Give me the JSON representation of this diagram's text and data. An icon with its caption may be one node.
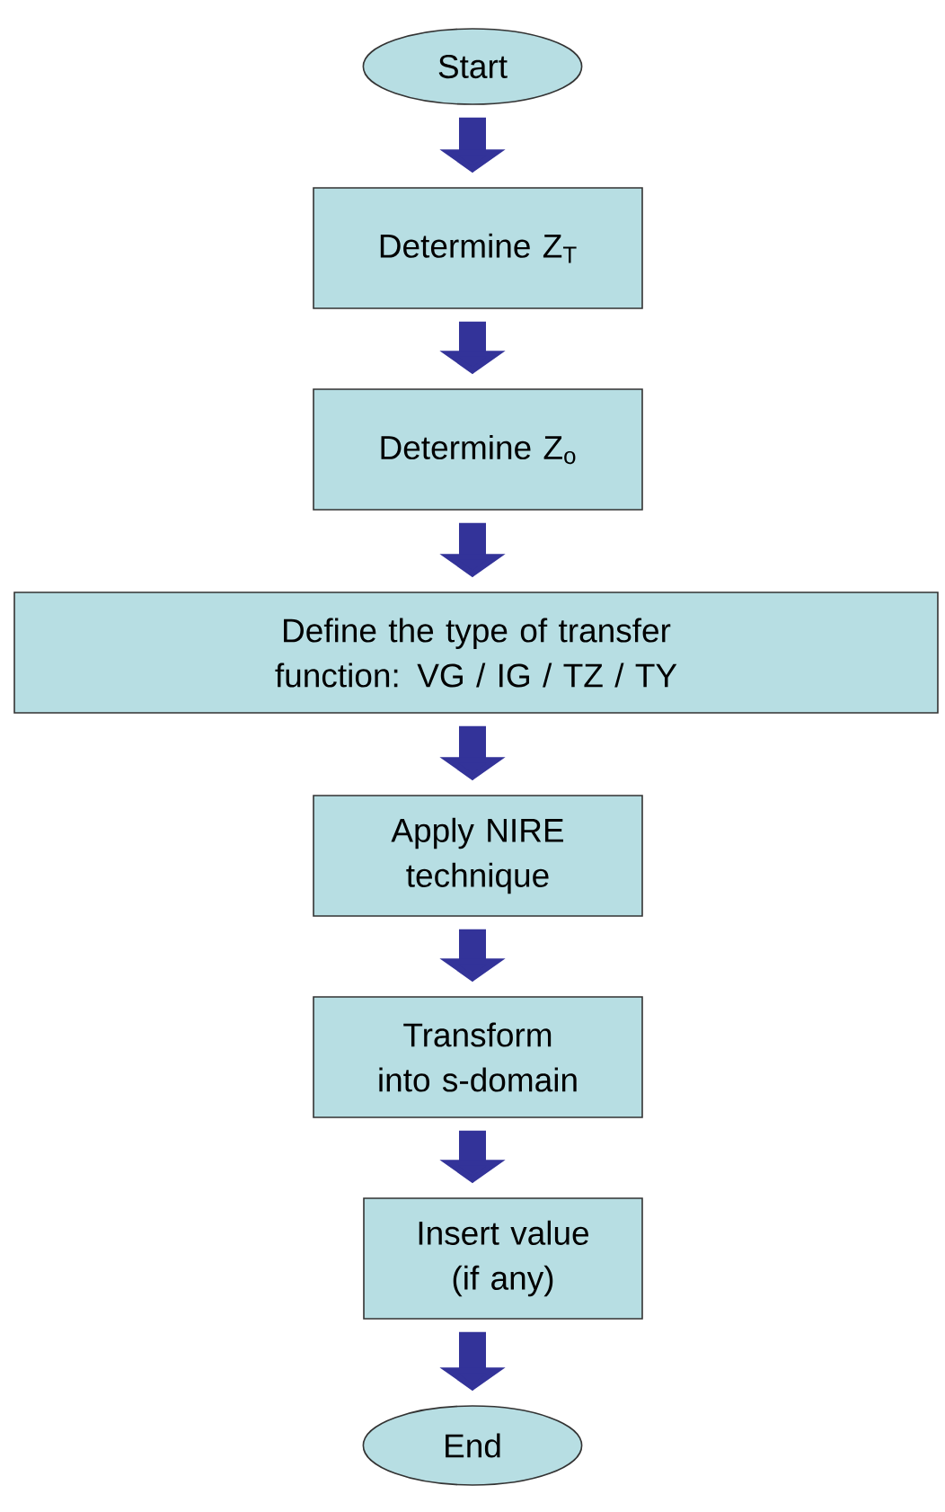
{
  "diagram": {
    "nodes": [
      {
        "text": [
          "Start"
        ]
      },
      {
        "text": [
          "Determine Z$_{T}$"
        ]
      },
      {
        "text": [
          "Determine Z$_{o}$"
        ]
      },
      {
        "text": [
          "Define the type of transfer function: VG / IG / TZ / TY"
        ]
      },
      {
        "text": [
          "Apply NIRE technique"
        ]
      },
      {
        "text": [
          "Transform into s-domain"
        ]
      },
      {
        "text": [
          "Insert value (if any)"
        ]
      },
      {
        "text": [
          "End"
        ]
      }
    ],
    "edges": [
      {
        "from": 0,
        "to": 1,
        "arrow": "to"
      },
      {
        "from": 1,
        "to": 2,
        "arrow": "to"
      },
      {
        "from": 2,
        "to": 3,
        "arrow": "to"
      },
      {
        "from": 3,
        "to": 4,
        "arrow": "to"
      },
      {
        "from": 4,
        "to": 5,
        "arrow": "to"
      },
      {
        "from": 5,
        "to": 6,
        "arrow": "to"
      },
      {
        "from": 6,
        "to": 7,
        "arrow": "to"
      }
    ]
  }
}
